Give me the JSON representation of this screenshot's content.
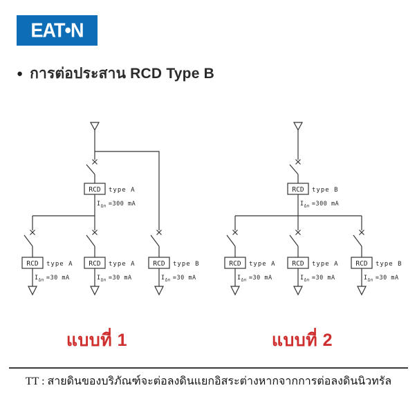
{
  "logo": {
    "text": "EAT•N",
    "alt": "EATON",
    "bg_color": "#0d6eb7"
  },
  "heading": {
    "bullet": "●",
    "text": "การต่อประสาน RCD Type B"
  },
  "diagrams": [
    {
      "caption": "แบบที่ 1",
      "main": {
        "rcd": "RCD",
        "type": "type A",
        "r_i": "I",
        "r_sub": "Δn",
        "r_val": "=300 mA"
      },
      "branches": [
        {
          "rcd": "RCD",
          "type": "type A",
          "r_i": "I",
          "r_sub": "Δn",
          "r_val": "=30 mA"
        },
        {
          "rcd": "RCD",
          "type": "type A",
          "r_i": "I",
          "r_sub": "Δn",
          "r_val": "=30 mA"
        },
        {
          "rcd": "RCD",
          "type": "type B",
          "r_i": "I",
          "r_sub": "Δn",
          "r_val": "=30 mA"
        }
      ]
    },
    {
      "caption": "แบบที่ 2",
      "main": {
        "rcd": "RCD",
        "type": "type B",
        "r_i": "I",
        "r_sub": "Δn",
        "r_val": "=300 mA"
      },
      "branches": [
        {
          "rcd": "RCD",
          "type": "type A",
          "r_i": "I",
          "r_sub": "Δn",
          "r_val": "=30 mA"
        },
        {
          "rcd": "RCD",
          "type": "type A",
          "r_i": "I",
          "r_sub": "Δn",
          "r_val": "=30 mA"
        },
        {
          "rcd": "RCD",
          "type": "type B",
          "r_i": "I",
          "r_sub": "Δn",
          "r_val": "=30 mA"
        }
      ]
    }
  ],
  "footer": {
    "note": "TT : สายดินของบริภัณฑ์จะต่อลงดินแยกอิสระต่างหากจากการต่อลงดินนิวทรัล"
  },
  "colors": {
    "eaton_blue": "#0d6eb7",
    "accent_red": "#cf2e2e",
    "line": "#333333"
  }
}
